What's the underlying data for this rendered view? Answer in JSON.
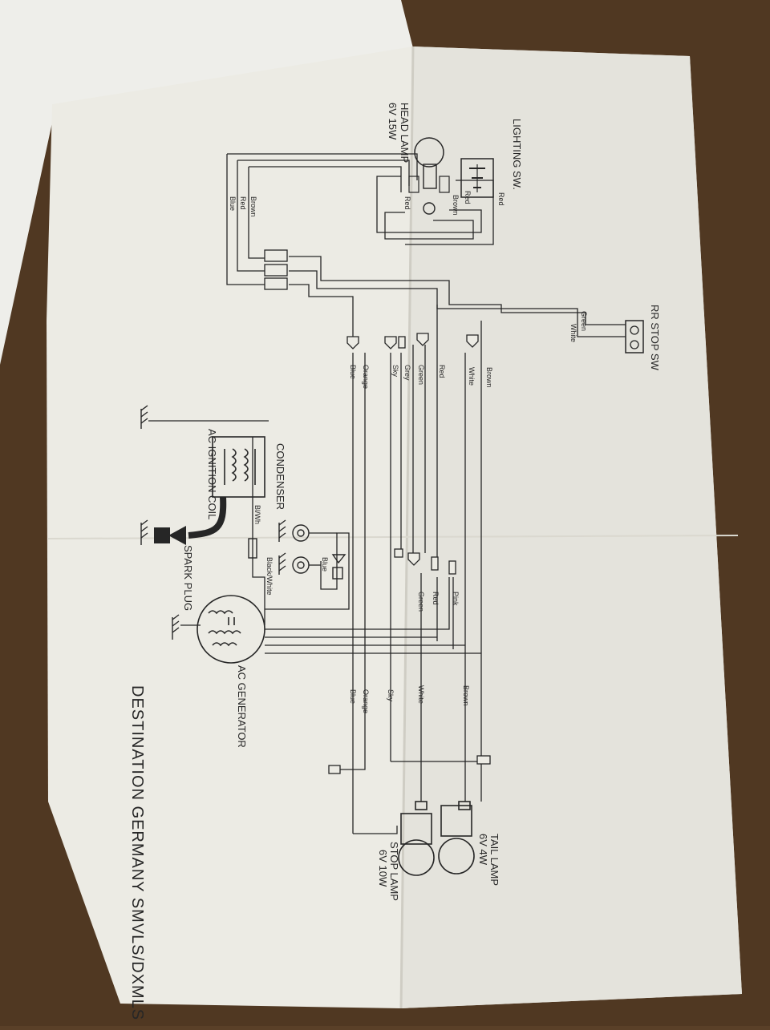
{
  "title": "DESTINATION GERMANY SMVLS/DXMLS",
  "components": {
    "head_lamp": "HEAD LAMP",
    "head_lamp_rating": "6V 15W",
    "lighting_switch": "LIGHTING SW.",
    "rr_stop_switch": "RR STOP SW",
    "condenser": "CONDENSER",
    "ignition_coil": "AC IGNITION COIL",
    "spark_plug": "SPARK PLUG",
    "generator": "AC GENERATOR",
    "tail_lamp": "TAIL LAMP",
    "tail_lamp_rating": "6V 4W",
    "stop_lamp": "STOP LAMP",
    "stop_lamp_rating": "6V 10W"
  },
  "wires": {
    "red": "Red",
    "brown": "Brown",
    "blue": "Blue",
    "green": "Green",
    "white": "White",
    "orange": "Orange",
    "sky": "Sky",
    "grey": "Grey",
    "pink": "Pink",
    "bl_wh": "Bl/Wh",
    "black_white": "Black/White"
  },
  "colors": {
    "background": "#5a4028",
    "paper": "#ecebe4",
    "ink": "#262626"
  }
}
